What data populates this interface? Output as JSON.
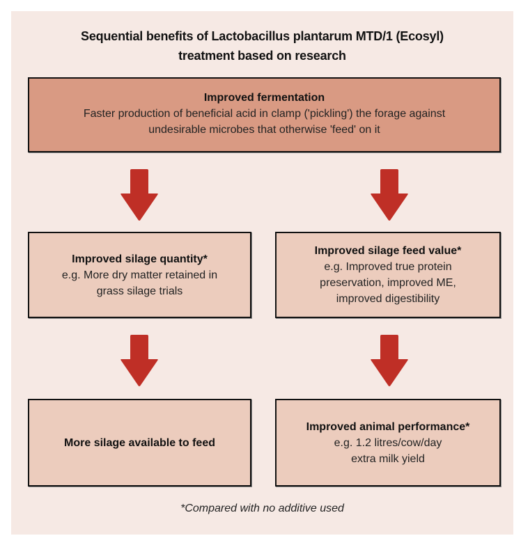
{
  "title": {
    "line1": "Sequential benefits of Lactobacillus plantarum MTD/1 (Ecosyl)",
    "line2": "treatment based on research"
  },
  "colors": {
    "panel_bg": "#f6e9e4",
    "top_box": "#d99a83",
    "sub_box": "#ecccbd",
    "arrow": "#bf2f26",
    "border": "#111111"
  },
  "nodes": {
    "fermentation": {
      "heading": "Improved fermentation",
      "line1": "Faster production of beneficial acid in clamp ('pickling') the forage against",
      "line2": "undesirable microbes that otherwise 'feed' on it"
    },
    "quantity": {
      "heading": "Improved silage quantity*",
      "line1": "e.g. More dry matter retained in",
      "line2": "grass silage trials"
    },
    "feed_value": {
      "heading": "Improved silage feed value*",
      "line1": "e.g. Improved true protein",
      "line2": "preservation, improved ME,",
      "line3": "improved digestibility"
    },
    "more_silage": {
      "heading": "More silage available to feed"
    },
    "animal_performance": {
      "heading": "Improved animal performance*",
      "line1": "e.g. 1.2 litres/cow/day",
      "line2": "extra milk yield"
    }
  },
  "edges": [
    {
      "from": "fermentation",
      "to": "quantity"
    },
    {
      "from": "fermentation",
      "to": "feed_value"
    },
    {
      "from": "quantity",
      "to": "more_silage"
    },
    {
      "from": "feed_value",
      "to": "animal_performance"
    }
  ],
  "footnote": "*Compared with no additive used"
}
